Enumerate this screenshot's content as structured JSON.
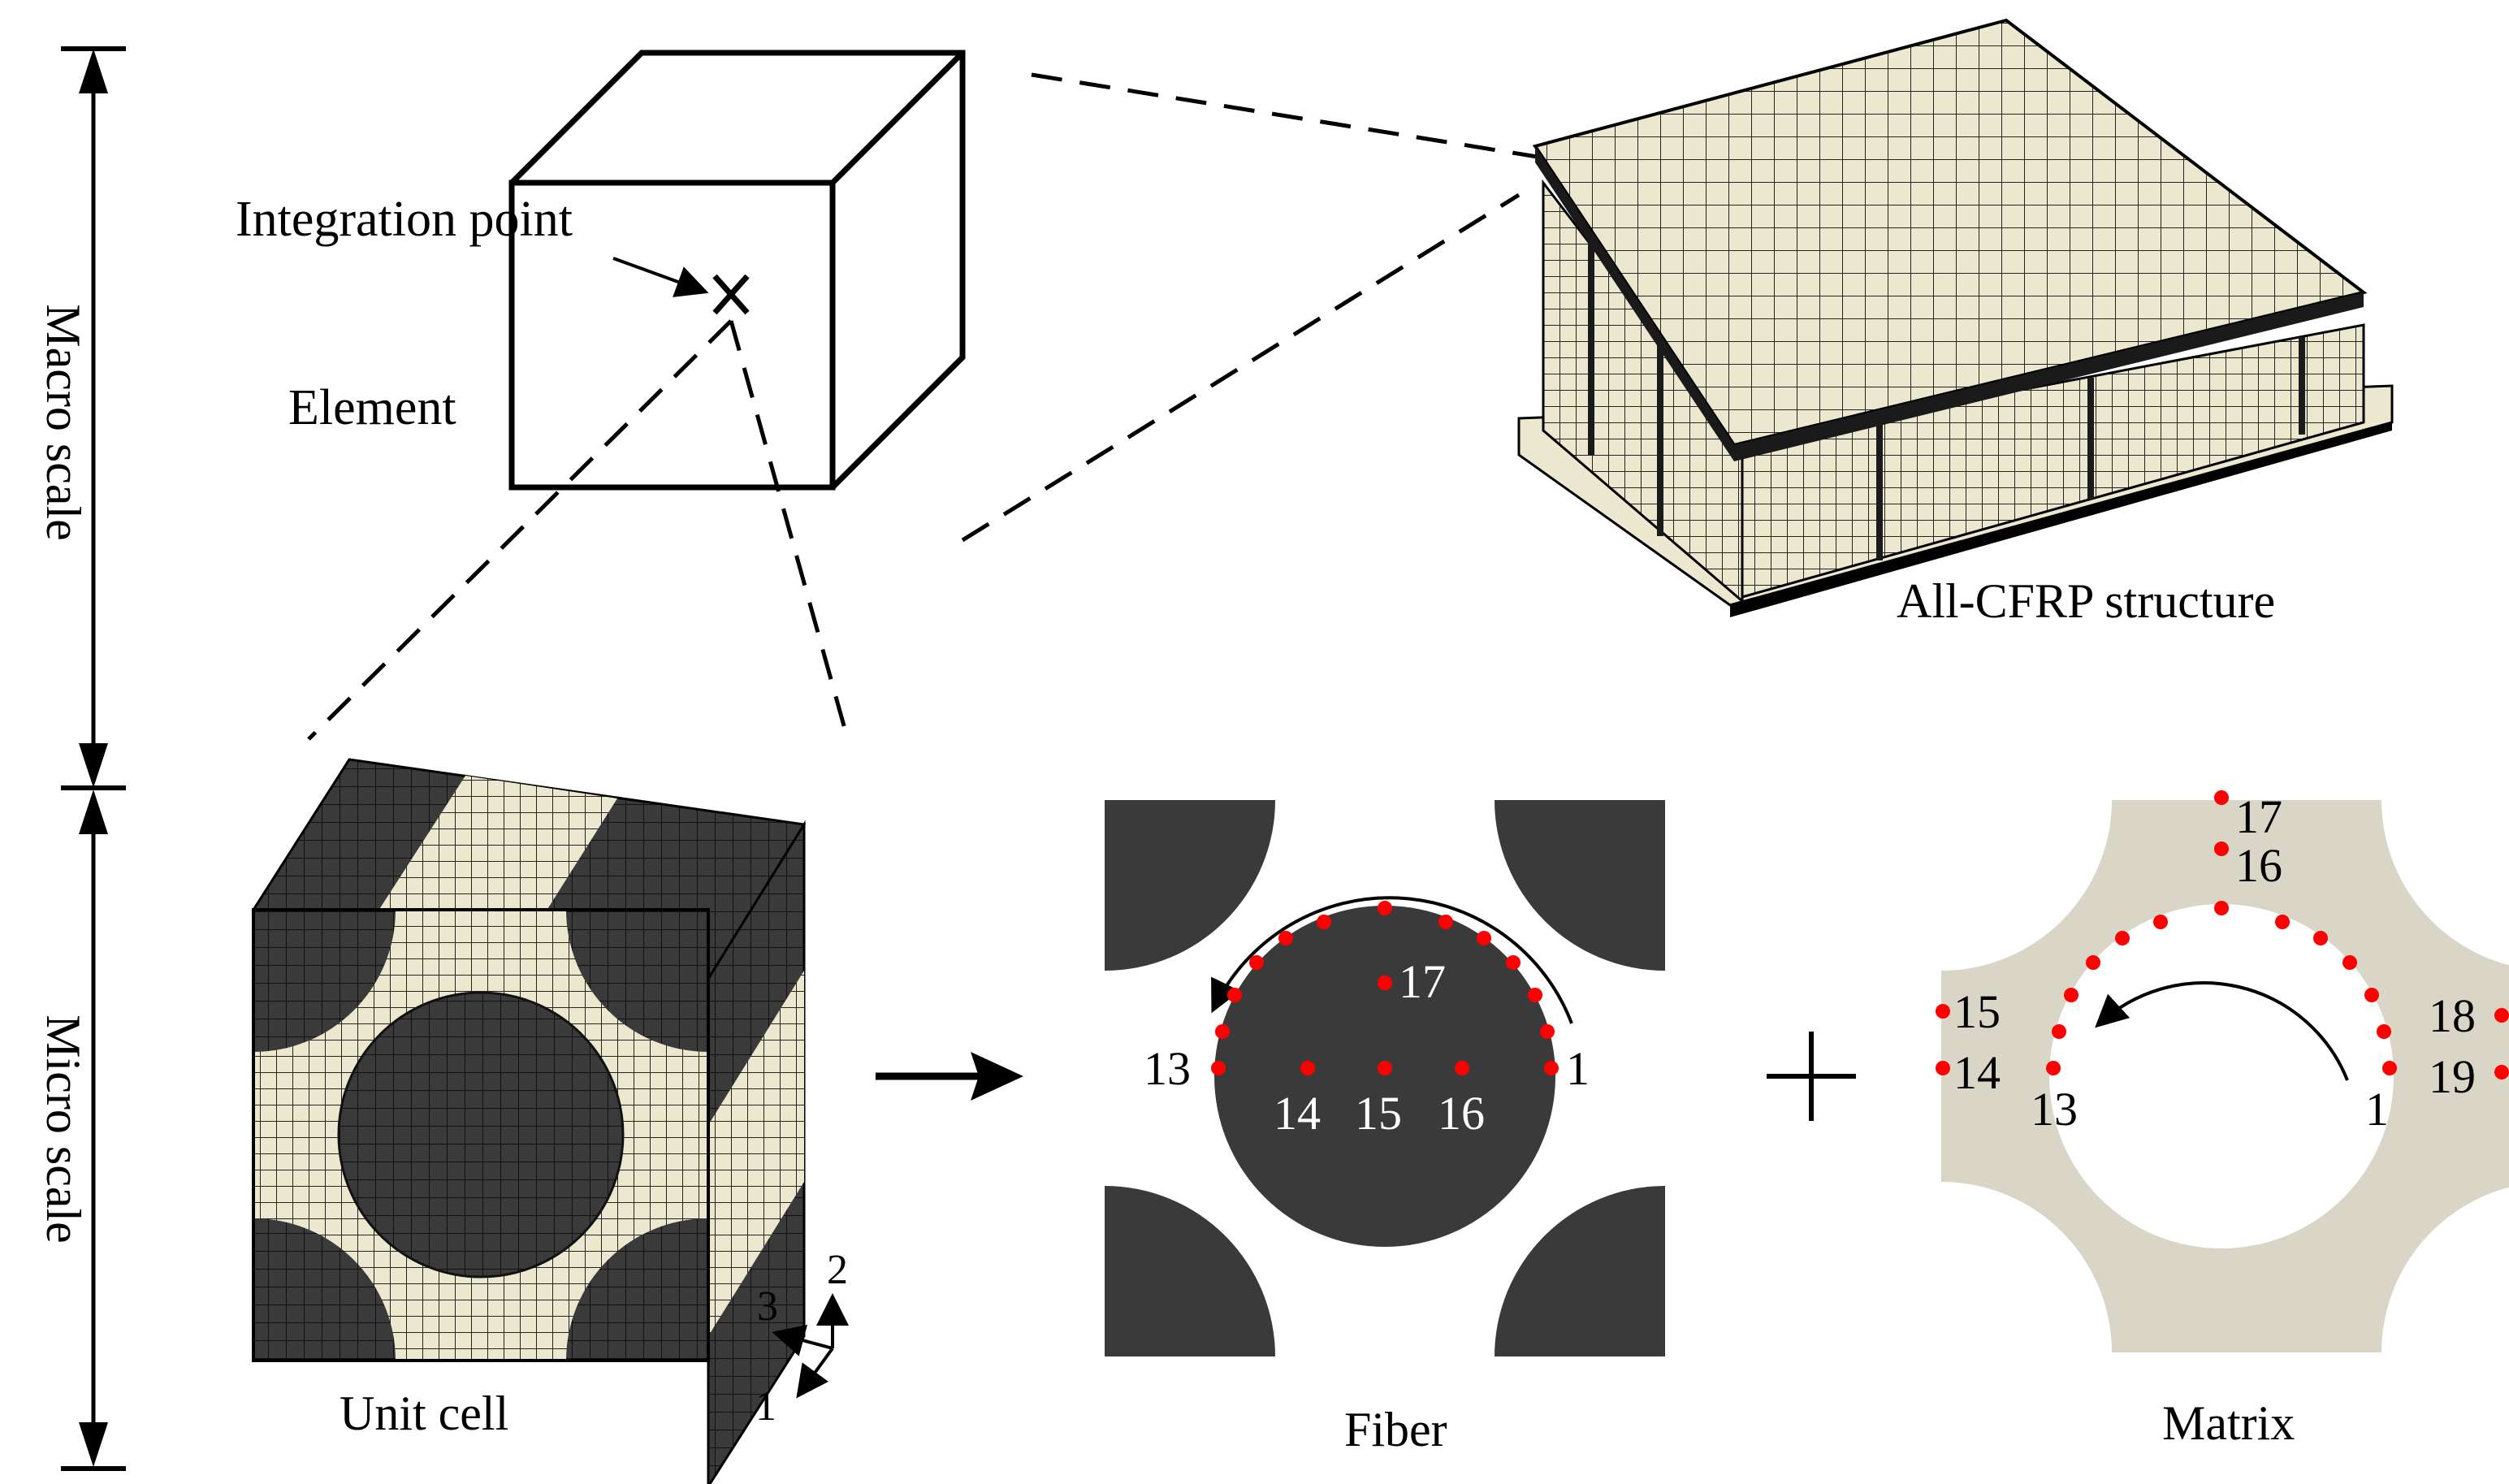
{
  "scale_bar": {
    "macro_label": "Macro scale",
    "micro_label": "Micro scale"
  },
  "element": {
    "integration_point_label": "Integration point",
    "element_label": "Element"
  },
  "structure": {
    "label": "All-CFRP structure"
  },
  "unit_cell": {
    "label": "Unit cell",
    "axes": {
      "axis1": "1",
      "axis2": "2",
      "axis3": "3"
    }
  },
  "fiber": {
    "label": "Fiber",
    "point_labels": [
      "1",
      "13",
      "14",
      "15",
      "16",
      "17"
    ]
  },
  "matrix": {
    "label": "Matrix",
    "point_labels": [
      "1",
      "13",
      "14",
      "15",
      "16",
      "17",
      "18",
      "19"
    ]
  },
  "colors": {
    "fiber_dark": "#3a3a3a",
    "matrix_beige": "#d9d6c8",
    "mesh_beige": "#ece8cf",
    "point_red": "#ff0000",
    "line_black": "#000000"
  }
}
